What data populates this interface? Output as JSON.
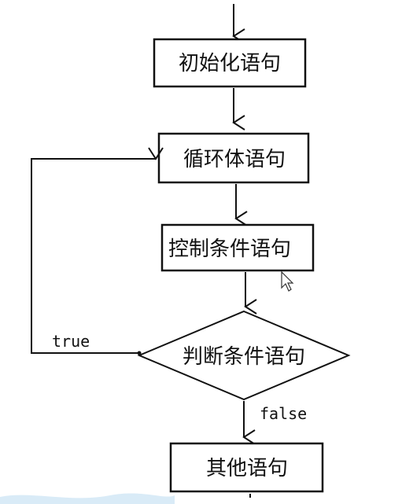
{
  "nodes": {
    "init": "初始化语句",
    "body": "循环体语句",
    "control": "控制条件语句",
    "condition": "判断条件语句",
    "other": "其他语句"
  },
  "edges": {
    "true_label": "true",
    "false_label": "false"
  },
  "colors": {
    "stroke": "#111111",
    "background": "#ffffff",
    "bottom_wave": "#cfe6f5"
  },
  "icons": {
    "cursor": "mouse-pointer-icon"
  }
}
